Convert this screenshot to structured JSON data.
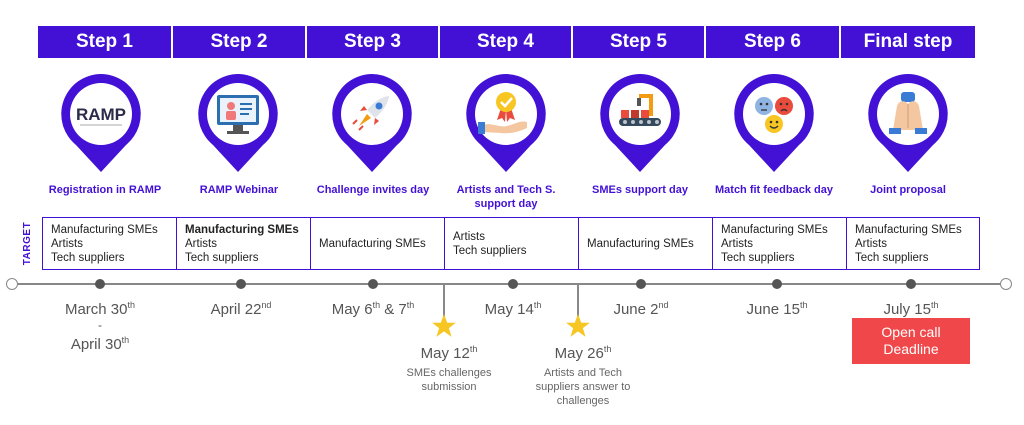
{
  "steps": [
    {
      "label": "Step 1",
      "title": "Registration in RAMP",
      "icon": "ramp-logo-icon",
      "icon_text": "RAMP",
      "targets": [
        "Manufacturing SMEs",
        "Artists",
        "Tech suppliers"
      ],
      "date": "March 30",
      "date_sup": "th",
      "date_extra": "-",
      "date_extra2": "April 30",
      "date_extra2_sup": "th"
    },
    {
      "label": "Step 2",
      "title": "RAMP Webinar",
      "icon": "webinar-monitor-icon",
      "targets": [
        "Manufacturing SMEs",
        "Artists",
        "Tech suppliers"
      ],
      "date": "April 22",
      "date_sup": "nd"
    },
    {
      "label": "Step 3",
      "title": "Challenge invites day",
      "icon": "rocket-icon",
      "targets": [
        "Manufacturing SMEs"
      ],
      "date": "May 6",
      "date_sup": "th",
      "date_mid": " & 7",
      "date_mid_sup": "th"
    },
    {
      "label": "Step 4",
      "title": "Artists and Tech S. support day",
      "icon": "award-hand-icon",
      "targets": [
        "Artists",
        "Tech suppliers"
      ],
      "date": "May 14",
      "date_sup": "th"
    },
    {
      "label": "Step 5",
      "title": "SMEs support day",
      "icon": "conveyor-robot-icon",
      "targets": [
        "Manufacturing SMEs"
      ],
      "date": "June 2",
      "date_sup": "nd"
    },
    {
      "label": "Step 6",
      "title": "Match fit feedback day",
      "icon": "feedback-faces-icon",
      "targets": [
        "Manufacturing SMEs",
        "Artists",
        "Tech suppliers"
      ],
      "date": "June 15",
      "date_sup": "th"
    },
    {
      "label": "Final step",
      "title": "Joint proposal",
      "icon": "joined-hands-icon",
      "targets": [
        "Manufacturing SMEs",
        "Artists",
        "Tech suppliers"
      ],
      "date": "July 15",
      "date_sup": "th"
    }
  ],
  "target_label": "TARGET",
  "milestones": [
    {
      "date": "May 12",
      "date_sup": "th",
      "desc": [
        "SMEs challenges",
        "submission"
      ]
    },
    {
      "date": "May 26",
      "date_sup": "th",
      "desc": [
        "Artists and Tech",
        "suppliers answer to",
        "challenges"
      ]
    }
  ],
  "deadline": {
    "line1": "Open call",
    "line2": "Deadline"
  },
  "colors": {
    "primary": "#4311d6",
    "deadline": "#f0484a",
    "star": "#f7c623",
    "timeline": "#888888"
  }
}
